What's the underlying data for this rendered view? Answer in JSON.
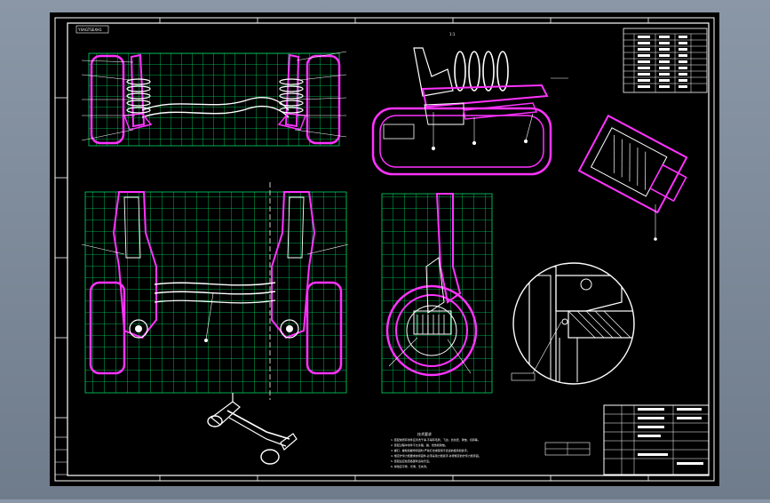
{
  "drawing": {
    "title_block_label": "YXAGTSEXH1",
    "view_scale_label": "1:1",
    "notes_title": "技术要求",
    "notes": [
      "1. 装配前所有零件应清洗干净,不得有毛刺、飞边、氧化皮、锈蚀、切屑等。",
      "2. 装配过程中零件不允许磕、碰、划伤和锈蚀。",
      "3. 螺钉、螺栓和螺母紧固时,严禁打击或使用不合适的旋具和扳手。",
      "4. 规定拧紧力矩要求的紧固件,必须采用力矩扳手,并按规定的拧紧力矩紧固。",
      "5. 装配后应检查各部件运动灵活。",
      "6. 焊缝应平整、光滑、无夹渣。"
    ]
  },
  "colors": {
    "background": "#000000",
    "border": "#ffffff",
    "grid": "#00dd66",
    "part": "#ff33ff",
    "detail": "#ffffff",
    "window_bg": "#7d8a99"
  }
}
